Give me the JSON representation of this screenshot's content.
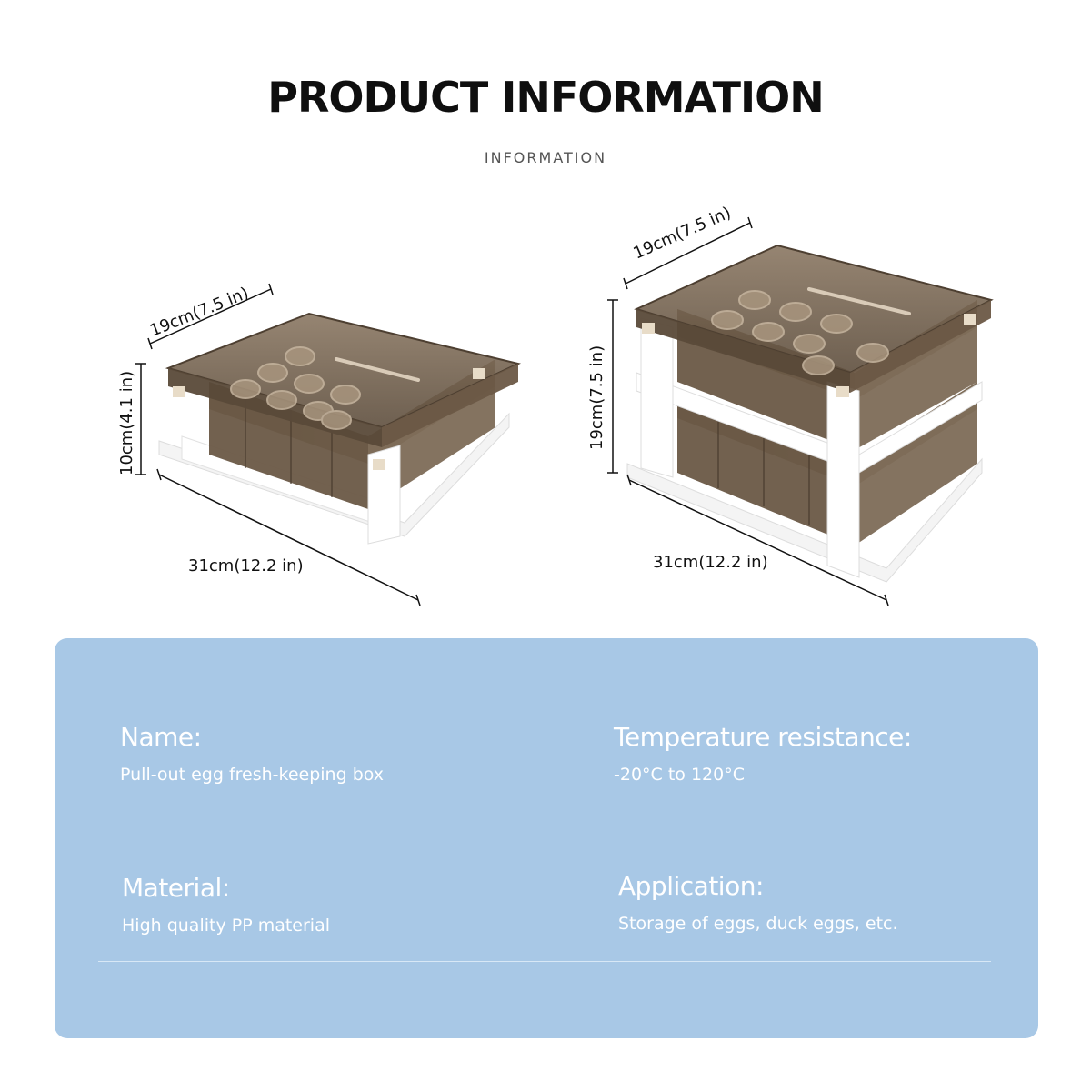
{
  "header": {
    "title": "PRODUCT INFORMATION",
    "subtitle": "INFORMATION"
  },
  "products": [
    {
      "width_label": "19cm(7.5 in)",
      "height_label": "10cm(4.1 in)",
      "length_label": "31cm(12.2 in)"
    },
    {
      "width_label": "19cm(7.5 in)",
      "height_label": "19cm(7.5 in)",
      "length_label": "31cm(12.2 in)"
    }
  ],
  "info": {
    "name": {
      "heading": "Name:",
      "value": "Pull-out egg fresh-keeping box"
    },
    "temperature": {
      "heading": "Temperature resistance:",
      "value": "-20°C to 120°C"
    },
    "material": {
      "heading": "Material:",
      "value": "High quality PP material"
    },
    "application": {
      "heading": "Application:",
      "value": "Storage of eggs, duck eggs, etc."
    }
  },
  "colors": {
    "panel": "#a8c8e6",
    "box_tint": "#6b5a45",
    "frame": "#ffffff"
  }
}
